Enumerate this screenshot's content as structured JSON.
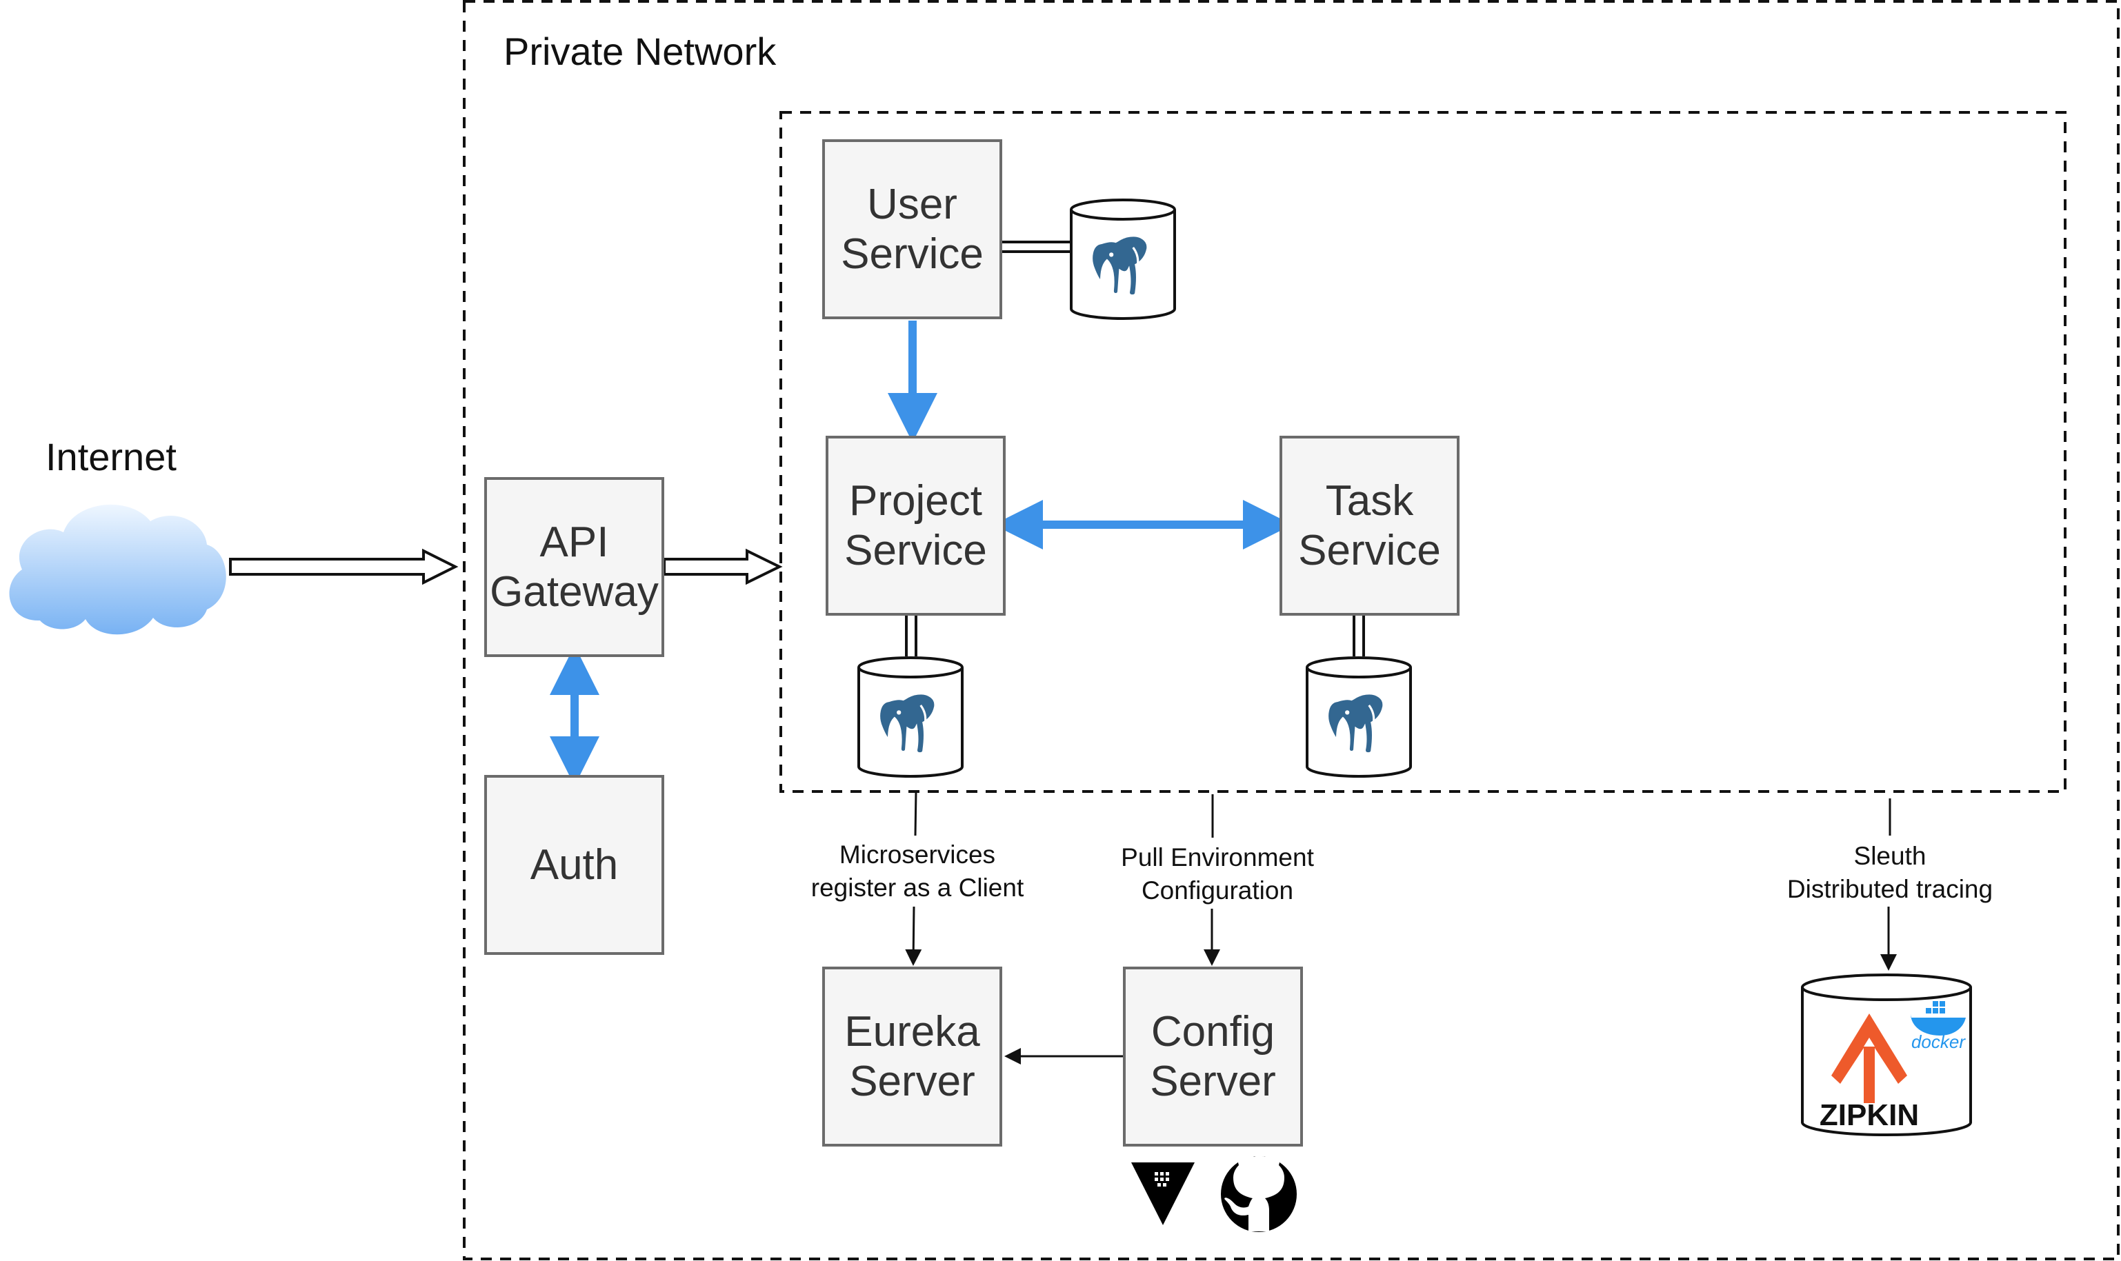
{
  "labels": {
    "private_network": "Private Network",
    "internet": "Internet"
  },
  "nodes": {
    "user_service": [
      "User",
      "Service"
    ],
    "project_service": [
      "Project",
      "Service"
    ],
    "task_service": [
      "Task",
      "Service"
    ],
    "api_gateway": [
      "API",
      "Gateway"
    ],
    "auth": [
      "Auth"
    ],
    "eureka_server": [
      "Eureka",
      "Server"
    ],
    "config_server": [
      "Config",
      "Server"
    ]
  },
  "edge_labels": {
    "discovery": [
      "Microservices",
      "register as a Client"
    ],
    "config": [
      "Pull Environment",
      "Configuration"
    ],
    "tracing": [
      "Sleuth",
      "Distributed tracing"
    ]
  },
  "zipkin": {
    "logo_text": "ZIPKIN",
    "docker_text": "docker"
  },
  "colors": {
    "accent_arrow": "#3d92e8",
    "box_fill": "#f5f5f5",
    "box_border": "#6b6b6b",
    "postgres_blue": "#336791",
    "zipkin_orange": "#ee5a2b",
    "docker_blue": "#2496ed",
    "cloud_top": "#e6f2ff",
    "cloud_bottom": "#7bb4f4"
  },
  "icons": [
    "cloud-icon",
    "postgresql-icon",
    "zipkin-icon",
    "docker-icon",
    "vault-icon",
    "github-icon"
  ]
}
